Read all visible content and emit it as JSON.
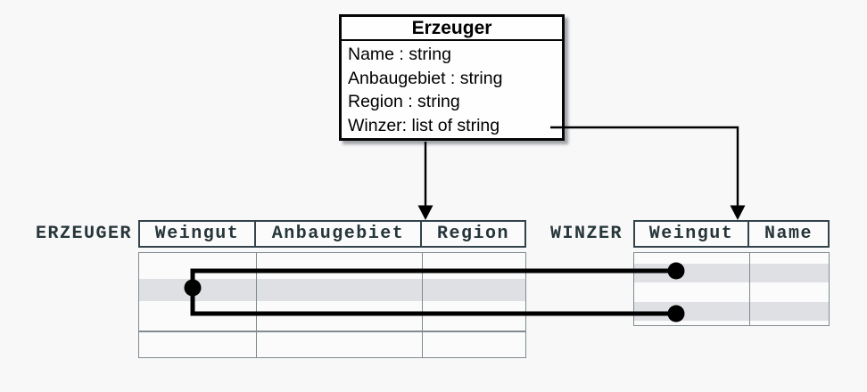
{
  "class_box": {
    "title": "Erzeuger",
    "attributes": [
      "Name : string",
      "Anbaugebiet : string",
      "Region : string",
      "Winzer: list of string"
    ]
  },
  "erzeuger_table": {
    "label": "ERZEUGER",
    "columns": [
      "Weingut",
      "Anbaugebiet",
      "Region"
    ],
    "highlighted_rows": 1,
    "row_count": 4
  },
  "winzer_table": {
    "label": "WINZER",
    "columns": [
      "Weingut",
      "Name"
    ],
    "highlighted_rows": 2,
    "row_count": 2
  },
  "colors": {
    "background": "#f8f8f9",
    "row_highlight": "#dee0e4",
    "table_text": "#263539",
    "header_border": "#32444a",
    "grid_line": "#7f8c90",
    "connector": "#000000"
  }
}
